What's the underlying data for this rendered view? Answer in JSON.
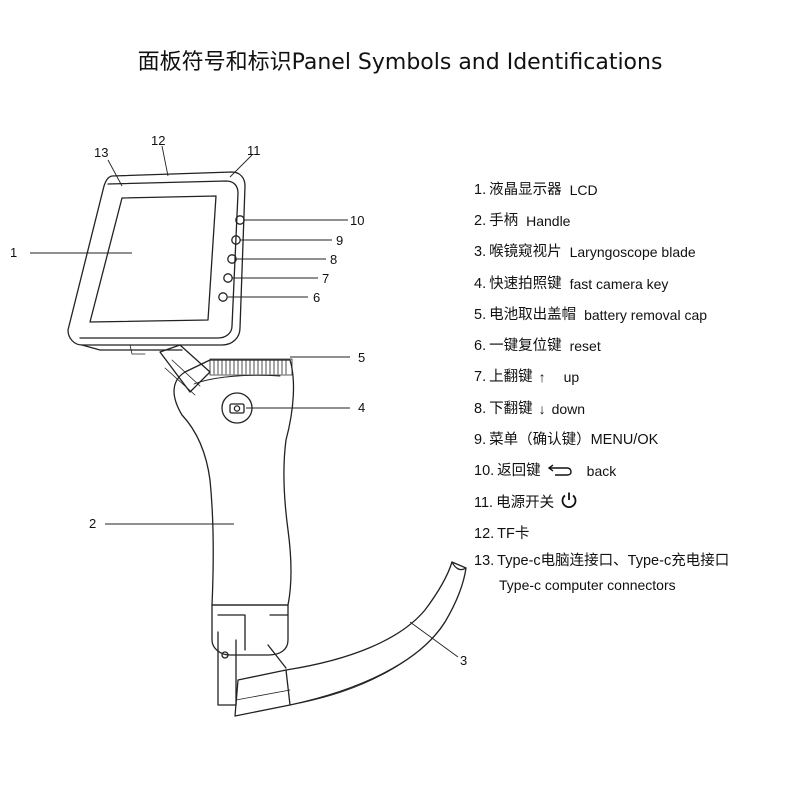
{
  "title": "面板符号和标识Panel Symbols and Identifications",
  "callouts": [
    "1",
    "2",
    "3",
    "4",
    "5",
    "6",
    "7",
    "8",
    "9",
    "10",
    "11",
    "12",
    "13"
  ],
  "legend": [
    {
      "num": "1.",
      "zh": "液晶显示器",
      "en": "LCD"
    },
    {
      "num": "2.",
      "zh": "手柄",
      "en": "Handle"
    },
    {
      "num": "3.",
      "zh": "喉镜窥视片",
      "en": "Laryngoscope blade"
    },
    {
      "num": "4.",
      "zh": "快速拍照键",
      "en": "fast camera key"
    },
    {
      "num": "5.",
      "zh": "电池取出盖帽",
      "en": "battery removal cap"
    },
    {
      "num": "6.",
      "zh": "一键复位键",
      "en": "reset"
    },
    {
      "num": "7.",
      "zh": "上翻键",
      "en": "up",
      "icon": "arrow-up-icon"
    },
    {
      "num": "8.",
      "zh": "下翻键",
      "en": "down",
      "icon": "arrow-down-icon"
    },
    {
      "num": "9.",
      "zh": "菜单（确认键）MENU/OK",
      "en": ""
    },
    {
      "num": "10.",
      "zh": "返回键",
      "en": "back",
      "icon": "back-arrow-icon"
    },
    {
      "num": "11.",
      "zh": "电源开关",
      "en": "",
      "icon": "power-icon"
    },
    {
      "num": "12.",
      "zh": "TF卡",
      "en": ""
    },
    {
      "num": "13.",
      "zh": "Type-c电脑连接口、Type-c充电接口",
      "en": "Type-c computer connectors"
    }
  ]
}
